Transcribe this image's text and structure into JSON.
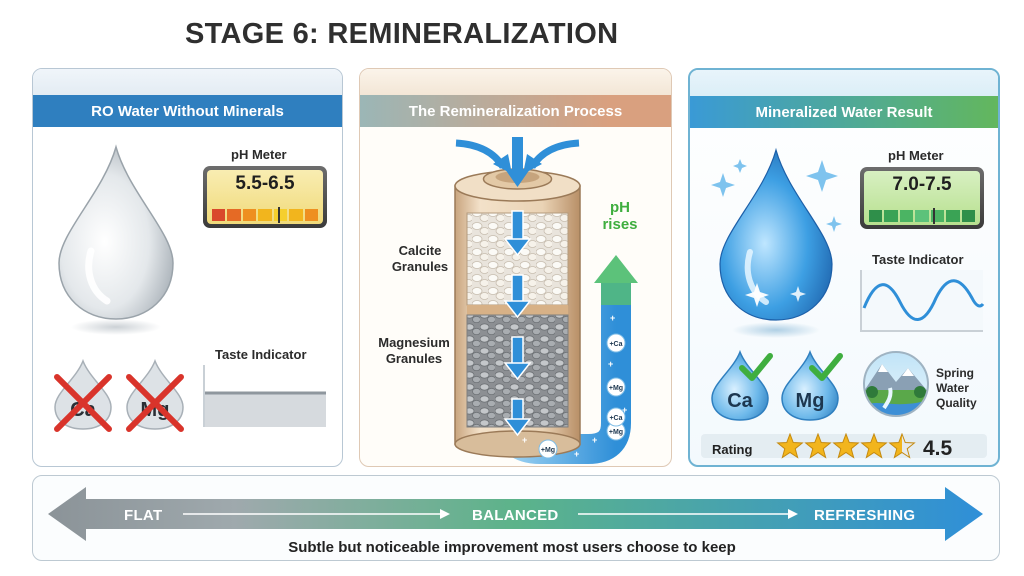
{
  "title": "STAGE 6: REMINERALIZATION",
  "panels": {
    "left": {
      "header": "RO Water Without Minerals",
      "ph_label": "pH Meter",
      "ph_value": "5.5-6.5",
      "taste_label": "Taste Indicator",
      "minerals": [
        "Ca",
        "Mg"
      ]
    },
    "middle": {
      "header": "The Remineralization Process",
      "calcite_label": "Calcite Granules",
      "magnesium_label": "Magnesium Granules",
      "ph_rises": "pH rises",
      "ions": [
        "+Ca",
        "+Mg",
        "+Mg",
        "+Ca",
        "+Mg"
      ]
    },
    "right": {
      "header": "Mineralized Water Result",
      "ph_label": "pH Meter",
      "ph_value": "7.0-7.5",
      "taste_label": "Taste Indicator",
      "minerals": [
        "Ca",
        "Mg"
      ],
      "spring_label": "Spring Water Quality",
      "rating_label": "Rating",
      "rating_value": "4.5",
      "rating_stars": 4.5,
      "rating_max": 5
    }
  },
  "scale": {
    "left": "FLAT",
    "middle": "BALANCED",
    "right": "REFRESHING"
  },
  "caption": "Subtle but noticeable improvement most users choose to keep",
  "colors": {
    "blue_header": "#2f7fbf",
    "green": "#63b75d",
    "water_blue": "#2f8fd8",
    "cross_red": "#d9342b",
    "check_green": "#3fae3f",
    "star_gold": "#f2b51d"
  },
  "icons": [
    "water-drop-icon",
    "cross-icon",
    "check-icon",
    "star-icon",
    "sparkle-icon",
    "arrow-icon",
    "mountain-spring-icon"
  ]
}
